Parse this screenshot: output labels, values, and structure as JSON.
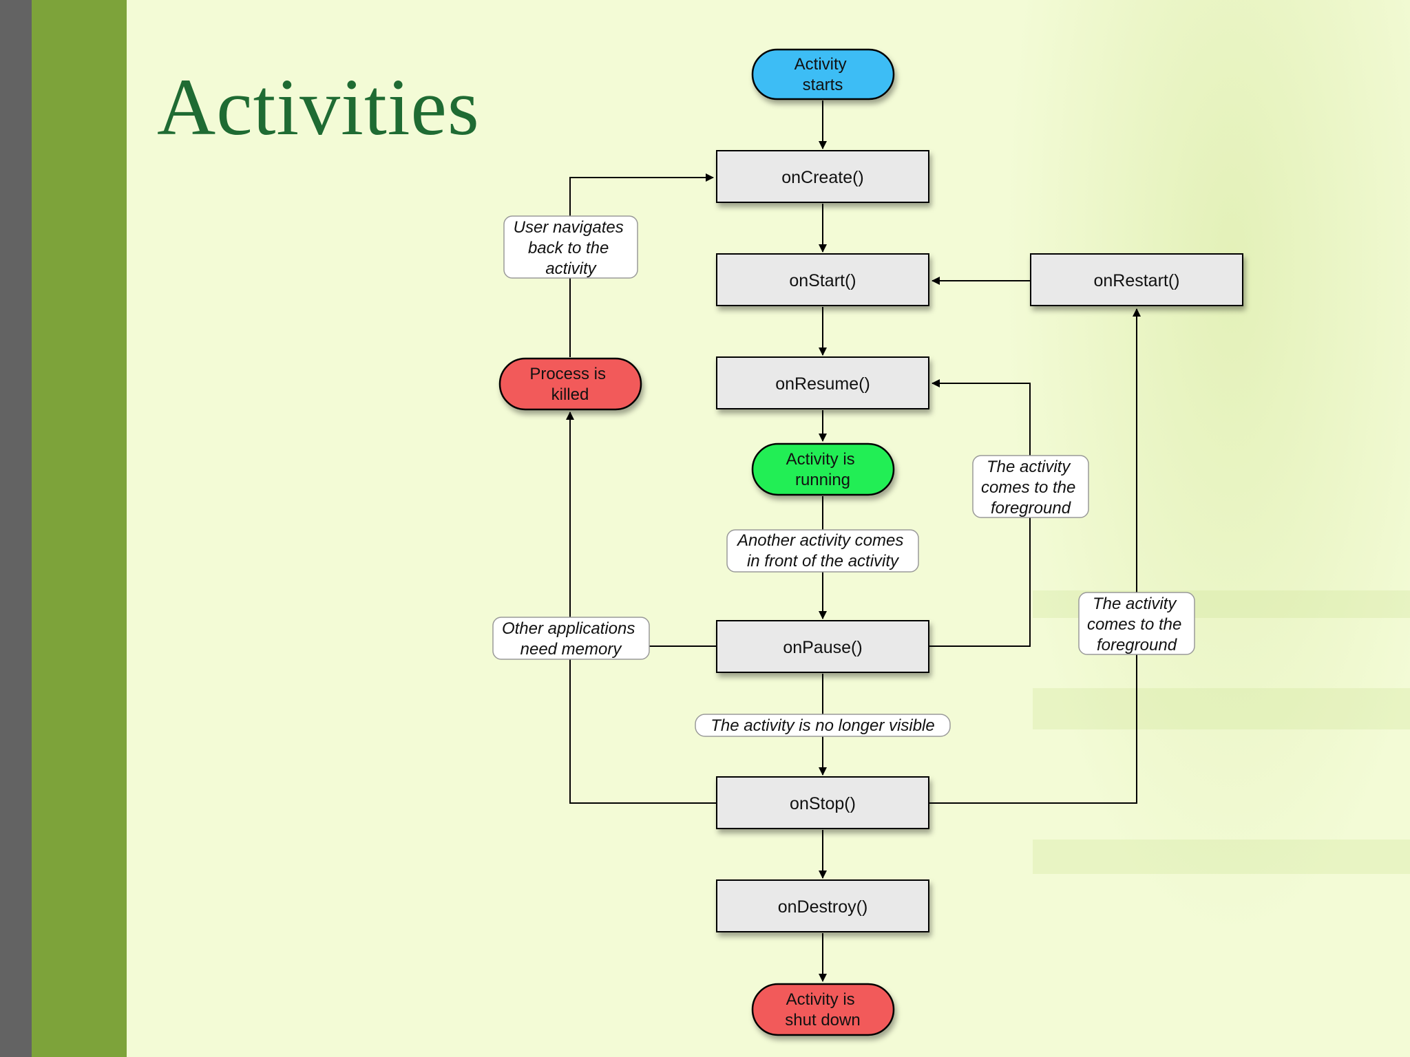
{
  "slide": {
    "title": "Activities"
  },
  "diagram": {
    "activity_starts": [
      "Activity",
      "starts"
    ],
    "on_create": "onCreate()",
    "on_start": "onStart()",
    "on_restart": "onRestart()",
    "on_resume": "onResume()",
    "activity_running": [
      "Activity is",
      "running"
    ],
    "on_pause": "onPause()",
    "on_stop": "onStop()",
    "on_destroy": "onDestroy()",
    "activity_shut_down": [
      "Activity is",
      "shut down"
    ],
    "process_killed": [
      "Process is",
      "killed"
    ],
    "note_user_navigates": [
      "User navigates",
      "back to the",
      "activity"
    ],
    "note_another_activity": [
      "Another activity comes",
      "in front of the activity"
    ],
    "note_foreground_resume": [
      "The activity",
      "comes to the",
      "foreground"
    ],
    "note_foreground_restart": [
      "The activity",
      "comes to the",
      "foreground"
    ],
    "note_other_apps": [
      "Other applications",
      "need memory"
    ],
    "note_no_longer_visible": "The activity is no longer visible",
    "colors": {
      "start_oval": "#3ebdf5",
      "running_oval": "#22ee55",
      "stop_oval": "#f25a5a",
      "box_fill": "#e9e9e9",
      "title": "#1f6b33",
      "accent_bar": "#7da33a"
    }
  }
}
